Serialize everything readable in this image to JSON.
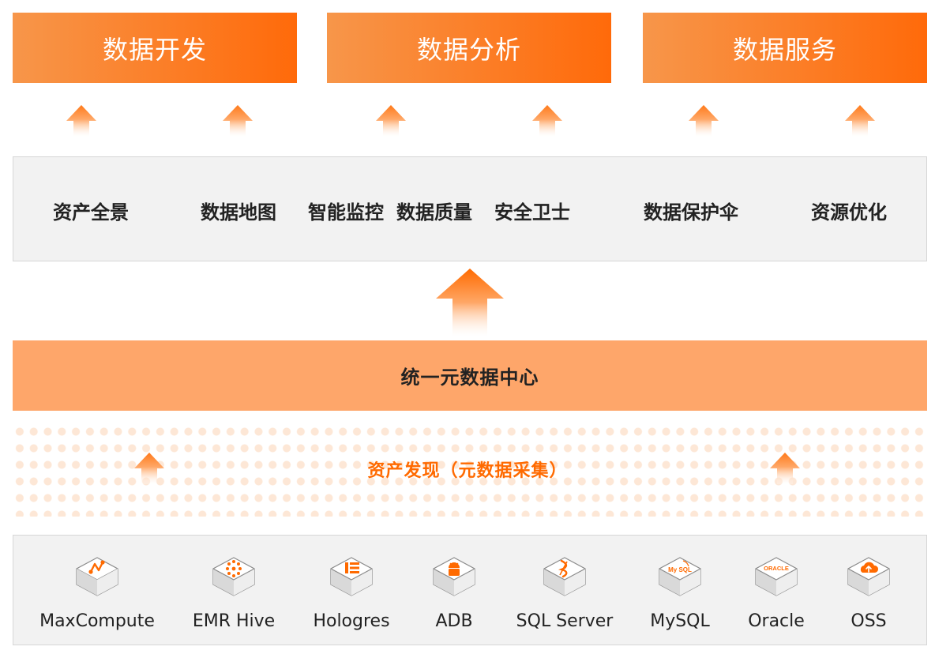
{
  "top_layer": [
    "数据开发",
    "数据分析",
    "数据服务"
  ],
  "capabilities": [
    "资产全景",
    "数据地图",
    "智能监控",
    "数据质量",
    "安全卫士",
    "数据保护伞",
    "资源优化"
  ],
  "center": "统一元数据中心",
  "discovery": "资产发现（元数据采集）",
  "sources": [
    {
      "label": "MaxCompute",
      "icon": "maxcompute-icon",
      "mark": "",
      "icon_text": ""
    },
    {
      "label": "EMR Hive",
      "icon": "emr-hive-icon",
      "mark": "",
      "icon_text": ""
    },
    {
      "label": "Hologres",
      "icon": "hologres-icon",
      "mark": "",
      "icon_text": ""
    },
    {
      "label": "ADB",
      "icon": "adb-icon",
      "mark": "",
      "icon_text": ""
    },
    {
      "label": "SQL Server",
      "icon": "sql-server-icon",
      "mark": "",
      "icon_text": ""
    },
    {
      "label": "MySQL",
      "icon": "mysql-icon",
      "mark": "My SQL",
      "icon_text": "My SQL"
    },
    {
      "label": "Oracle",
      "icon": "oracle-icon",
      "mark": "ORACLE",
      "icon_text": "ORACLE"
    },
    {
      "label": "OSS",
      "icon": "oss-icon",
      "mark": "",
      "icon_text": ""
    }
  ],
  "colors": {
    "accent": "#ff6a00",
    "center_fill": "#fea66a",
    "panel": "#f2f2f2"
  }
}
